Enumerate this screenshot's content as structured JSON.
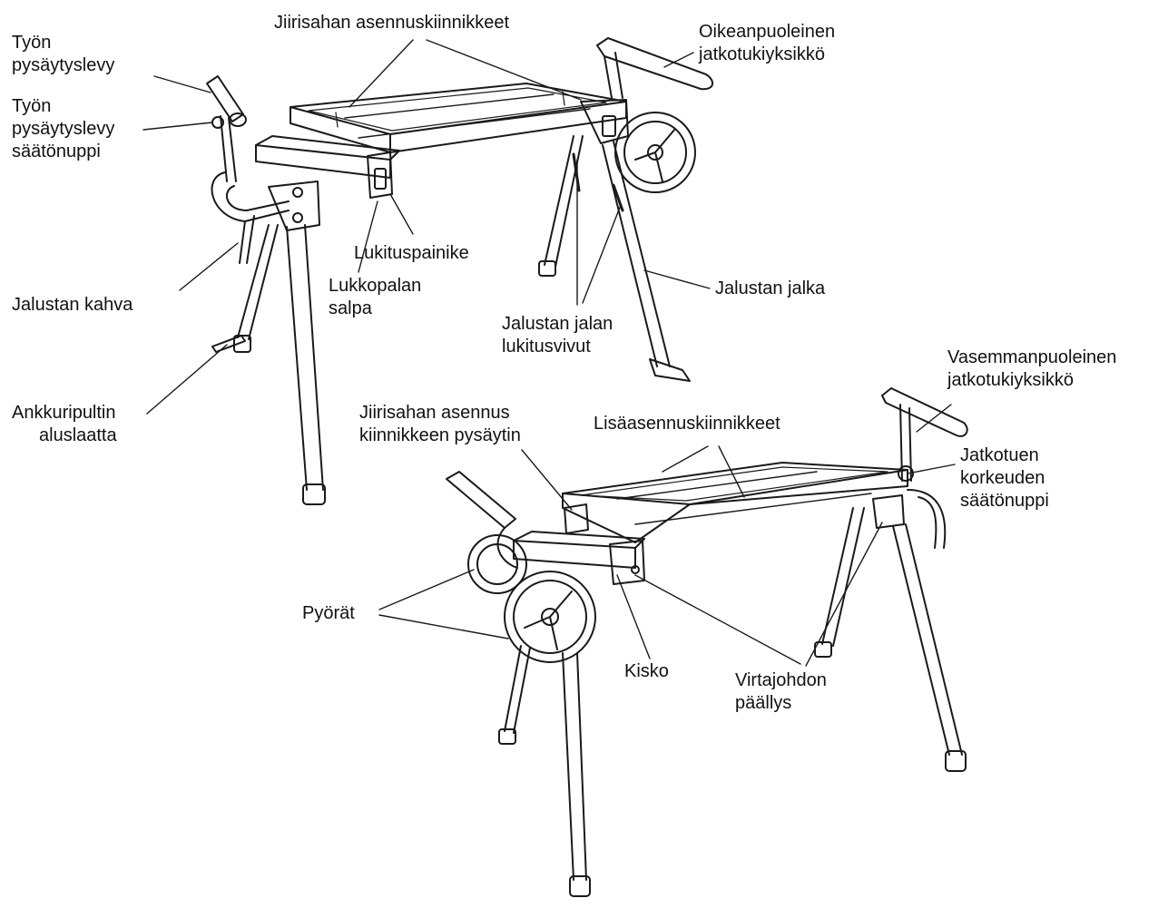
{
  "labels": {
    "tyon_pysaytyslevy": [
      "Työn",
      "pysäytyslevy"
    ],
    "tyon_saatonuppi": [
      "Työn",
      "pysäytyslevy",
      "säätönuppi"
    ],
    "jiirisahan_kiinnikkeet": [
      "Jiirisahan asennuskiinnikkeet"
    ],
    "oikea_jatkotuki": [
      "Oikeanpuoleinen",
      "jatkotukiyksikkö"
    ],
    "lukituspainike": [
      "Lukituspainike"
    ],
    "lukkopalan_salpa": [
      "Lukkopalan",
      "salpa"
    ],
    "jalustan_kahva": [
      "Jalustan kahva"
    ],
    "jalustan_jalka": [
      "Jalustan jalka"
    ],
    "jalan_lukitusvivut": [
      "Jalustan jalan",
      "lukitusvivut"
    ],
    "ankkuripultin": [
      "Ankkuripultin",
      "aluslaatta"
    ],
    "vasen_jatkotuki": [
      "Vasemmanpuoleinen",
      "jatkotukiyksikkö"
    ],
    "pysaytin": [
      "Jiirisahan asennus",
      "kiinnikkeen pysäytin"
    ],
    "lisaasennus": [
      "Lisäasennuskiinnikkeet"
    ],
    "korkeuden_saatonuppi": [
      "Jatkotuen",
      "korkeuden",
      "säätönuppi"
    ],
    "pyorat": [
      "Pyörät"
    ],
    "kisko": [
      "Kisko"
    ],
    "virtajohdon_paallys": [
      "Virtajohdon",
      "päällys"
    ]
  }
}
